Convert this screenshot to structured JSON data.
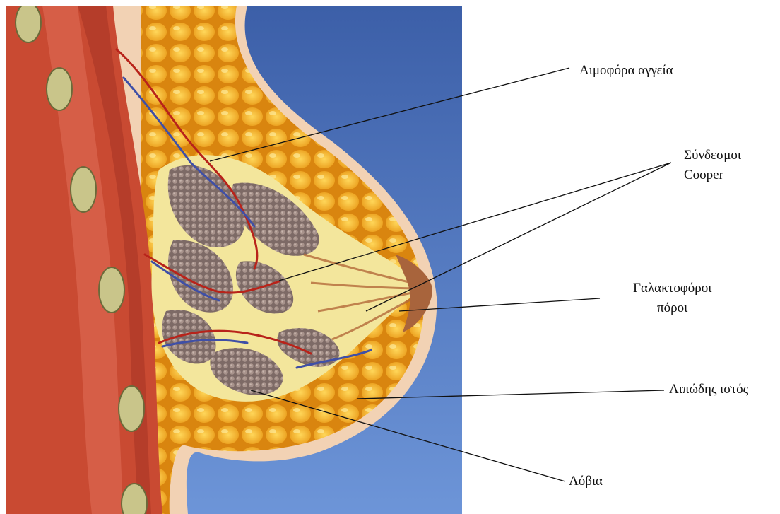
{
  "labels": {
    "vessels": "Αιμοφόρα αγγεία",
    "cooper_line1": "Σύνδεσμοι",
    "cooper_line2": "Cooper",
    "ducts_line1": "Γαλακτοφόροι",
    "ducts_line2": "πόροι",
    "fat": "Λιπώδης ιστός",
    "lobules": "Λόβια"
  },
  "colors": {
    "background_top": "#3c5fa8",
    "background_bottom": "#6d95d8",
    "skin": "#f2d2b4",
    "muscle": "#c94a32",
    "fat": "#f3b72a",
    "glandular": "#8a7670",
    "stroma": "#f3e69c",
    "rib": "#c9c58a",
    "leader_line": "#111111"
  }
}
